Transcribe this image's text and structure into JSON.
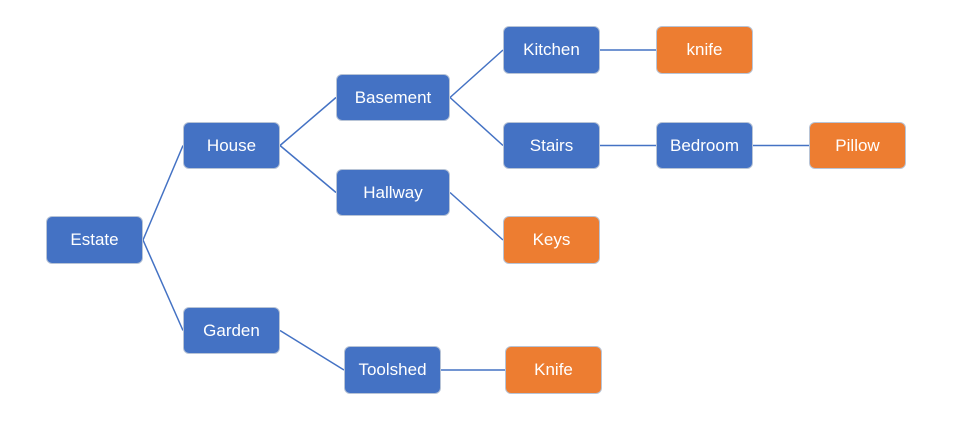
{
  "colors": {
    "location": "#4472C4",
    "item": "#ED7D31",
    "edge": "#4472C4"
  },
  "nodes": [
    {
      "id": "estate",
      "label": "Estate",
      "kind": "location"
    },
    {
      "id": "house",
      "label": "House",
      "kind": "location"
    },
    {
      "id": "garden",
      "label": "Garden",
      "kind": "location"
    },
    {
      "id": "basement",
      "label": "Basement",
      "kind": "location"
    },
    {
      "id": "hallway",
      "label": "Hallway",
      "kind": "location"
    },
    {
      "id": "toolshed",
      "label": "Toolshed",
      "kind": "location"
    },
    {
      "id": "kitchen",
      "label": "Kitchen",
      "kind": "location"
    },
    {
      "id": "stairs",
      "label": "Stairs",
      "kind": "location"
    },
    {
      "id": "keys",
      "label": "Keys",
      "kind": "item"
    },
    {
      "id": "knife-toolshed",
      "label": "Knife",
      "kind": "item"
    },
    {
      "id": "knife-kitchen",
      "label": "knife",
      "kind": "item"
    },
    {
      "id": "bedroom",
      "label": "Bedroom",
      "kind": "location"
    },
    {
      "id": "pillow",
      "label": "Pillow",
      "kind": "item"
    }
  ],
  "edges": [
    [
      "estate",
      "house"
    ],
    [
      "estate",
      "garden"
    ],
    [
      "house",
      "basement"
    ],
    [
      "house",
      "hallway"
    ],
    [
      "basement",
      "kitchen"
    ],
    [
      "basement",
      "stairs"
    ],
    [
      "hallway",
      "keys"
    ],
    [
      "garden",
      "toolshed"
    ],
    [
      "toolshed",
      "knife-toolshed"
    ],
    [
      "kitchen",
      "knife-kitchen"
    ],
    [
      "stairs",
      "bedroom"
    ],
    [
      "bedroom",
      "pillow"
    ]
  ]
}
